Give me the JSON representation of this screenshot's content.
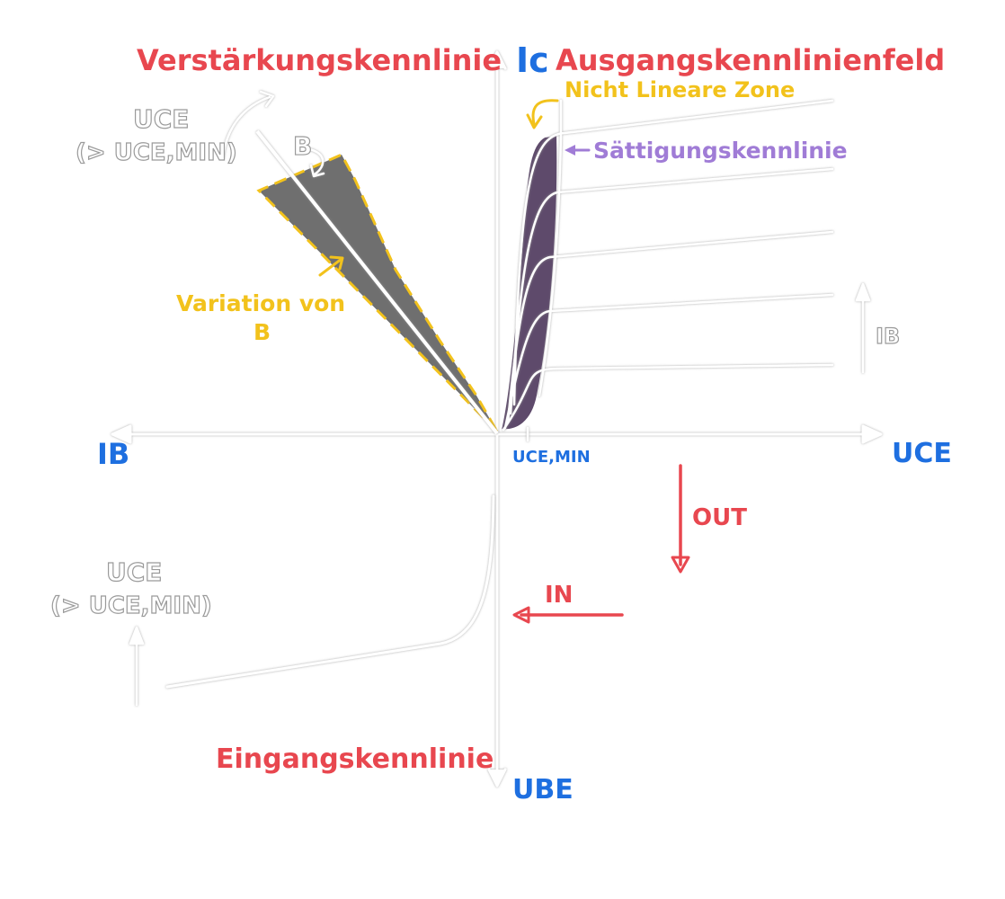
{
  "colors": {
    "red": "#e8474f",
    "blue": "#1e6fe0",
    "yellow": "#f2c21c",
    "purple": "#a07cd6",
    "gray": "#bdbdbd",
    "outline": "#ffffff",
    "sat_fill": "#5e4a6b",
    "beta_fill": "#6f6f6f"
  },
  "titles": {
    "top_left": "Verstärkungskennlinie",
    "top_right": "Ausgangskennlinienfeld",
    "bottom_left": "Eingangskennlinie"
  },
  "axes": {
    "ic": "Ic",
    "ib": "IB",
    "uce": "UCE",
    "ube": "UBE",
    "uce_min": "UCE,MIN"
  },
  "annotations": {
    "nicht_lineare": "Nicht Lineare Zone",
    "saettigung": "Sättigungskennlinie",
    "variation_line1": "Variation von",
    "variation_line2": "B",
    "beta": "B",
    "uce_top_line1": "UCE",
    "uce_top_line2": "(> UCE,MIN)",
    "uce_bottom_line1": "UCE",
    "uce_bottom_line2": "(> UCE,MIN)",
    "ib_arrow": "IB",
    "out": "OUT",
    "in": "IN"
  }
}
